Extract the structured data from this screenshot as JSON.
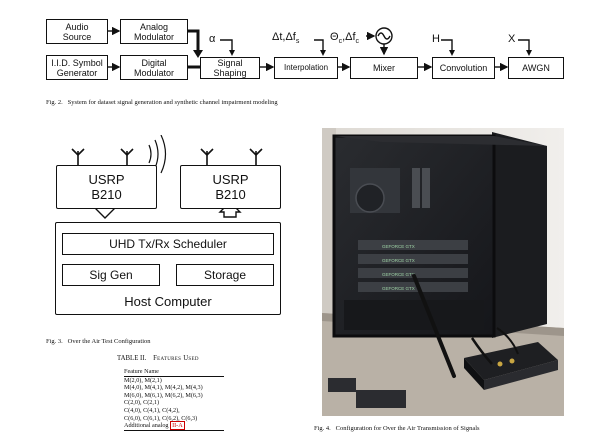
{
  "fig2": {
    "boxes": {
      "audio_source": [
        "Audio",
        "Source"
      ],
      "analog_modulator": [
        "Analog",
        "Modulator"
      ],
      "iid_generator": [
        "I.I.D. Symbol",
        "Generator"
      ],
      "digital_modulator": [
        "Digital",
        "Modulator"
      ],
      "signal_shaping": [
        "Signal",
        "Shaping"
      ],
      "interpolation": "Interpolation",
      "mixer": "Mixer",
      "convolution": "Convolution",
      "awgn": "AWGN"
    },
    "symbols": {
      "alpha": "α",
      "delta_t": "Δt,Δf",
      "delta_t_sub": "s",
      "theta": "Θ",
      "theta_sub": "c",
      "delta_fc": ",Δf",
      "delta_fc_sub": "c",
      "h": "H",
      "x": "X"
    },
    "caption_label": "Fig. 2.",
    "caption_text": "System for dataset signal generation and synthetic channel impairment modeling"
  },
  "fig3": {
    "usrp_left": [
      "USRP",
      "B210"
    ],
    "usrp_right": [
      "USRP",
      "B210"
    ],
    "scheduler": "UHD Tx/Rx Scheduler",
    "sig_gen": "Sig Gen",
    "storage": "Storage",
    "host": "Host Computer",
    "caption_label": "Fig. 3.",
    "caption_text": "Over the Air Test Configuration"
  },
  "table2": {
    "title_label": "TABLE II.",
    "title_text": "Features Used",
    "header": "Feature Name",
    "rows": [
      "M(2,0), M(2,1)",
      "M(4,0), M(4,1), M(4,2), M(4,3)",
      "M(6,0), M(6,1), M(6,2), M(6,3)",
      "C(2,0), C(2,1)",
      "C(4,0), C(4,1), C(4,2),",
      "C(6,0), C(6,1), C(6,2), C(6,3)"
    ],
    "last_row_prefix": "Additional analog",
    "last_row_ref": "II-A"
  },
  "fig4": {
    "gpu_labels": [
      "GEFORCE GTX",
      "GEFORCE GTX",
      "GEFORCE GTX",
      "GEFORCE GTX"
    ],
    "caption_label": "Fig. 4.",
    "caption_text": "Configuration for Over the Air Transmission of Signals"
  }
}
